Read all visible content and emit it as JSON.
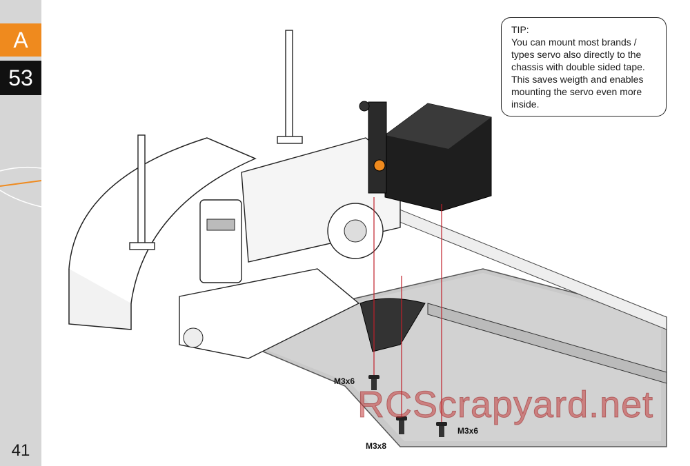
{
  "sidebar": {
    "section_letter": "A",
    "step_number": "53",
    "page_number": "41",
    "accent_color": "#ef8a1e"
  },
  "tip": {
    "title": "TIP:",
    "body": "You can mount most brands / types servo  also directly to the chassis with double sided tape. This saves weigth and enables mounting the servo even more inside."
  },
  "screws": [
    {
      "label": "M3x6"
    },
    {
      "label": "M3x8"
    },
    {
      "label": "M3x6"
    }
  ],
  "watermark": "RCScrapyard.net"
}
